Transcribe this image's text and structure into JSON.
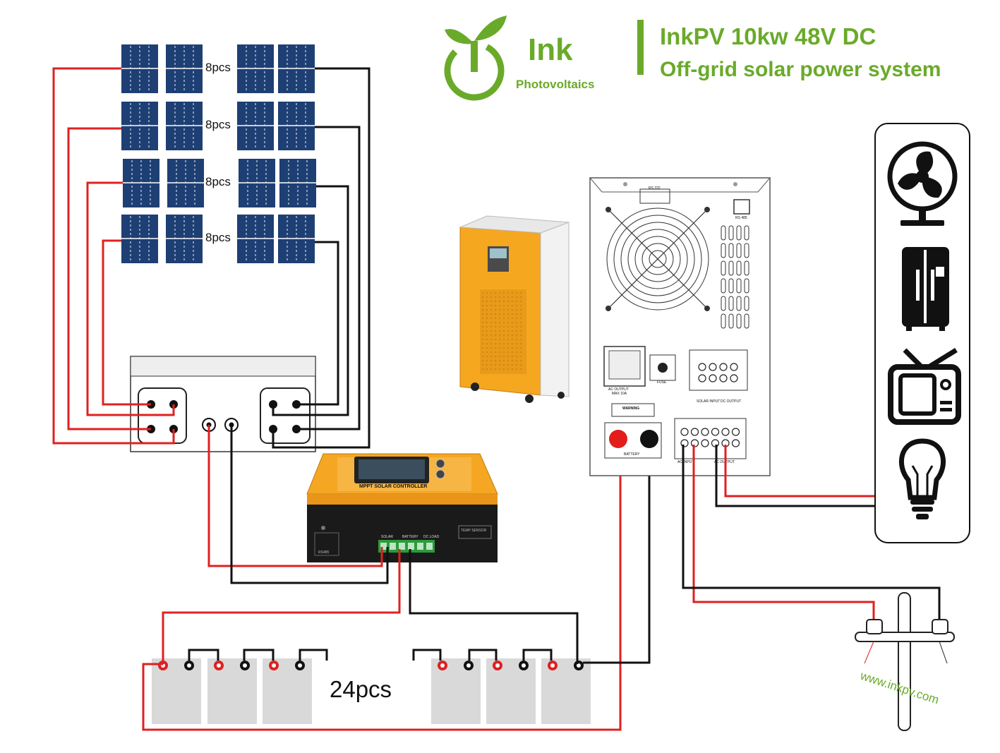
{
  "header": {
    "brand_name": "Ink",
    "brand_sub": "Photovoltaics",
    "title_line1": "InkPV 10kw 48V DC",
    "title_line2": "Off-grid solar power system"
  },
  "panels": {
    "row_label": "8pcs",
    "rows": 4
  },
  "batteries": {
    "label": "24pcs"
  },
  "controller": {
    "screen_title": "MPPT SOLAR CONTROLLER",
    "terminal_labels": [
      "SOLAR",
      "BATTERY",
      "DC LOAD"
    ],
    "temp_label": "TEMP SENSOR",
    "port_label": "RS485"
  },
  "inverter": {
    "rs232": "RS 232",
    "rs485": "RS 485",
    "ac_output": "AC OUTPUT",
    "ac_output_max": "MAX 10A",
    "fuse": "FUSE",
    "warning": "WARNING",
    "solar_input": "SOLAR INPUT",
    "dc_output": "DC OUTPUT",
    "battery": "BATTERY",
    "ac_input": "AC INPUT",
    "ac_output2": "AC OUTPUT"
  },
  "appliances": [
    "fan-icon",
    "fridge-icon",
    "tv-icon",
    "bulb-icon"
  ],
  "watermark": "www.inkpv.com",
  "colors": {
    "brand_green": "#6aaa2a",
    "panel_blue": "#1e3f73",
    "controller_orange": "#f5a623",
    "wire_red": "#e02020",
    "battery_gray": "#d9d9d9"
  }
}
